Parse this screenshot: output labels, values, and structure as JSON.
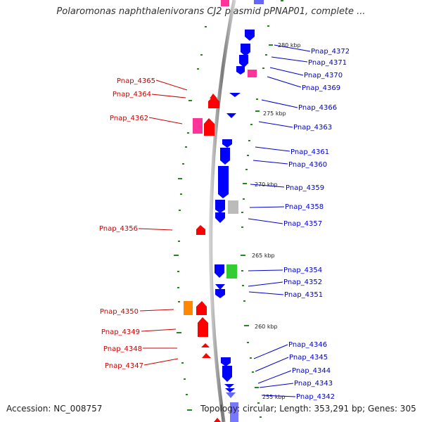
{
  "header": {
    "title": "Polaromonas naphthalenivorans CJ2 plasmid pPNAP01, complete ..."
  },
  "footer": {
    "accession": "Accession: NC_008757",
    "summary": "Topology: circular; Length: 353,291 bp; Genes: 305"
  },
  "scale_labels": [
    "280 kbp",
    "275 kbp",
    "270 kbp",
    "265 kbp",
    "260 kbp",
    "255 kbp"
  ],
  "left_genes": [
    "Pnap_4365",
    "Pnap_4364",
    "Pnap_4362",
    "Pnap_4356",
    "Pnap_4350",
    "Pnap_4349",
    "Pnap_4348",
    "Pnap_4347"
  ],
  "right_genes": [
    "Pnap_4372",
    "Pnap_4371",
    "Pnap_4370",
    "Pnap_4369",
    "Pnap_4366",
    "Pnap_4363",
    "Pnap_4361",
    "Pnap_4360",
    "Pnap_4359",
    "Pnap_4358",
    "Pnap_4357",
    "Pnap_4354",
    "Pnap_4352",
    "Pnap_4351",
    "Pnap_4346",
    "Pnap_4345",
    "Pnap_4344",
    "Pnap_4343",
    "Pnap_4342"
  ],
  "colors": {
    "forward": "#ff0000",
    "reverse": "#0000ff",
    "pink": "#ff3399",
    "gray": "#bbbbbb",
    "green": "#33cc33",
    "orange": "#ff8800",
    "backbone": "#888888",
    "tick": "#228822",
    "label_left": "#cc0000",
    "label_right": "#0000cc"
  }
}
